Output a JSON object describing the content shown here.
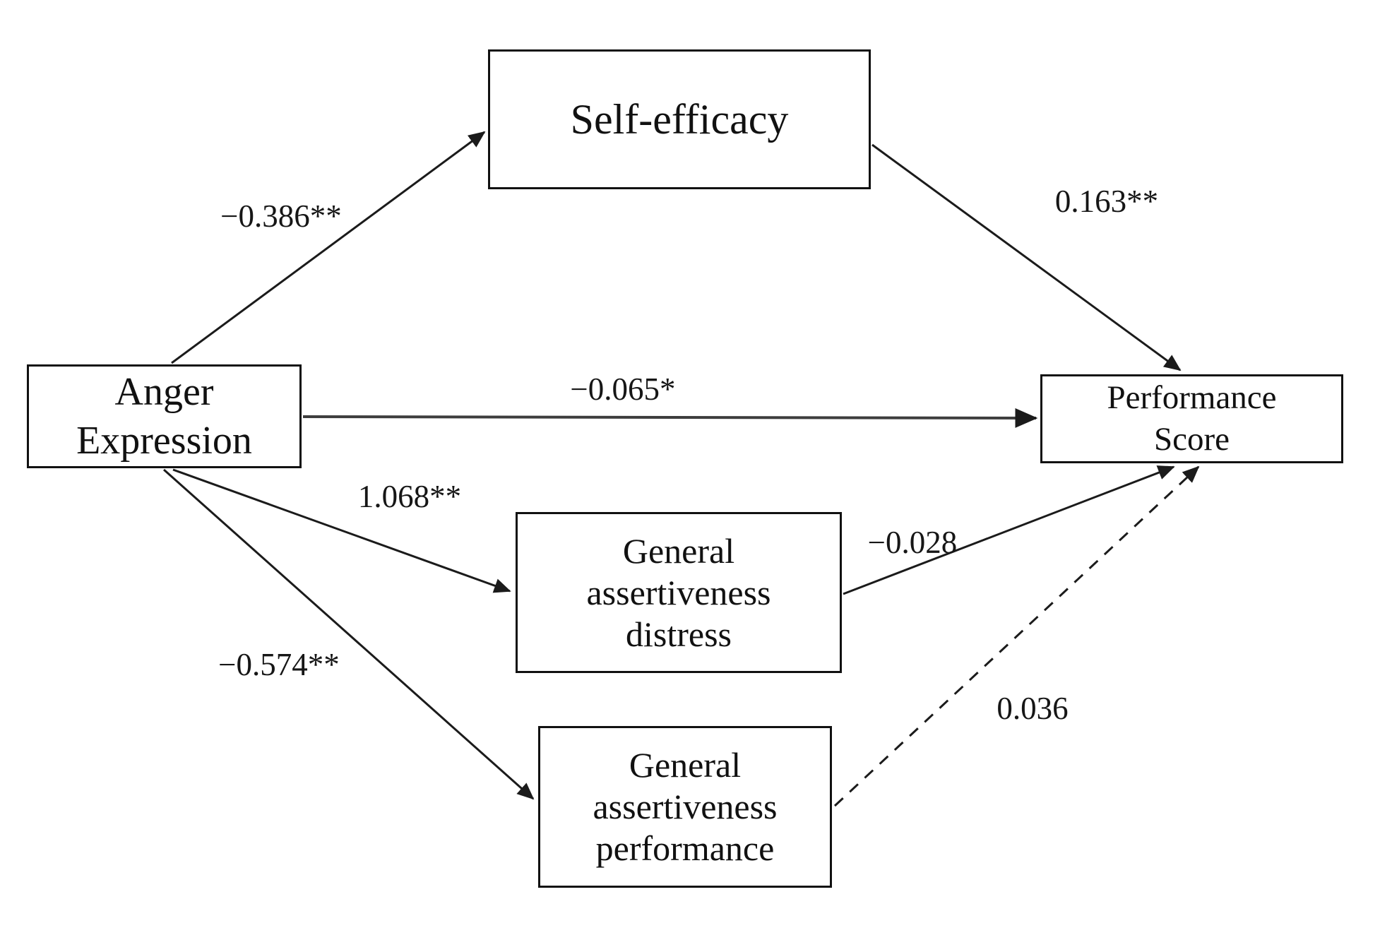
{
  "figure": {
    "type": "path-model-diagram",
    "background": "#ffffff",
    "line_color": "#1b1b1b"
  },
  "nodes": {
    "self_efficacy": {
      "label": "Self-efficacy"
    },
    "anger_expression": {
      "label": "Anger\nExpression"
    },
    "performance_score": {
      "label": "Performance\nScore"
    },
    "general_assertiveness_distress": {
      "label": "General\nassertiveness\ndistress"
    },
    "general_assertiveness_performance": {
      "label": "General\nassertiveness\nperformance"
    }
  },
  "edges": {
    "anger_to_self_efficacy": {
      "from": "anger_expression",
      "to": "self_efficacy",
      "coefficient": "−0.386**",
      "style": "solid"
    },
    "self_efficacy_to_performance": {
      "from": "self_efficacy",
      "to": "performance_score",
      "coefficient": "0.163**",
      "style": "solid"
    },
    "anger_to_performance": {
      "from": "anger_expression",
      "to": "performance_score",
      "coefficient": "−0.065*",
      "style": "solid"
    },
    "anger_to_distress": {
      "from": "anger_expression",
      "to": "general_assertiveness_distress",
      "coefficient": "1.068**",
      "style": "solid"
    },
    "distress_to_performance": {
      "from": "general_assertiveness_distress",
      "to": "performance_score",
      "coefficient": "−0.028",
      "style": "solid"
    },
    "anger_to_assert_performance": {
      "from": "anger_expression",
      "to": "general_assertiveness_performance",
      "coefficient": "−0.574**",
      "style": "solid"
    },
    "assert_performance_to_performance": {
      "from": "general_assertiveness_performance",
      "to": "performance_score",
      "coefficient": "0.036",
      "style": "dashed"
    }
  }
}
